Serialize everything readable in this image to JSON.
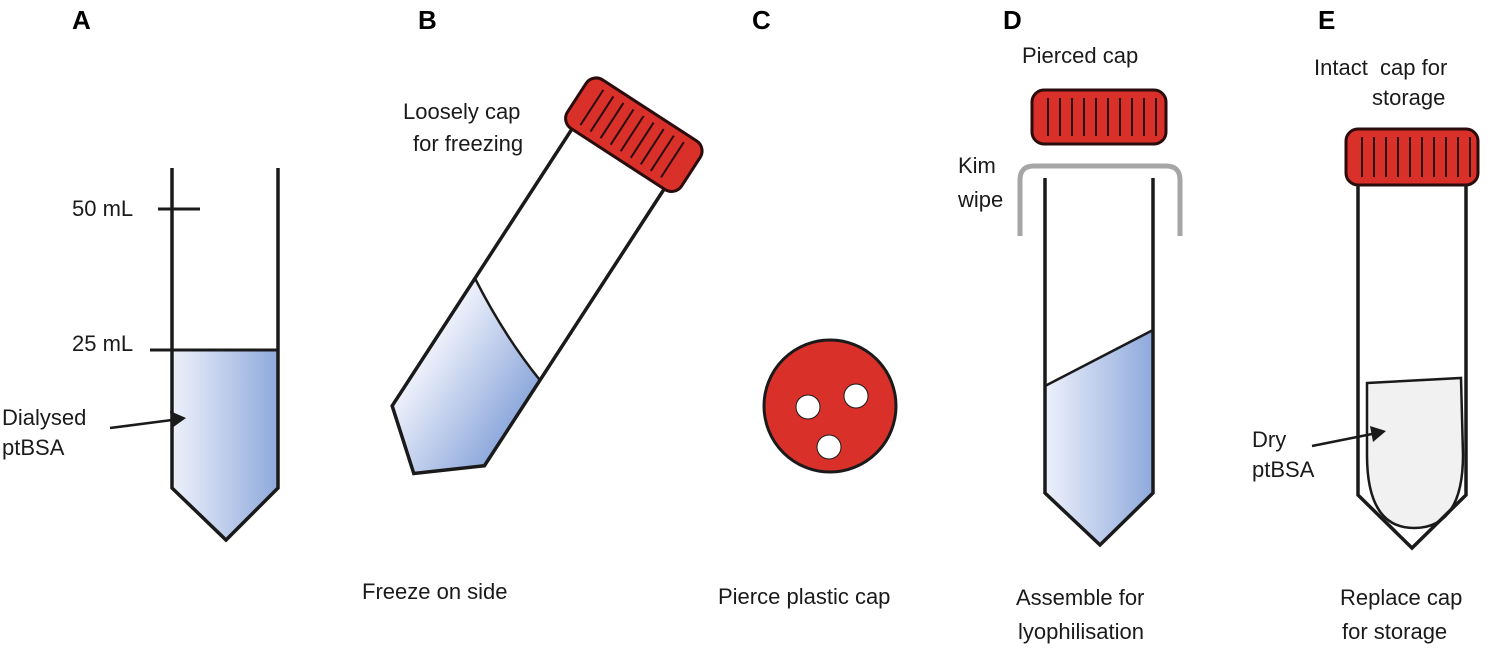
{
  "panels": {
    "a": {
      "letter": "A",
      "mark_50": "50 mL",
      "mark_25": "25 mL",
      "pointer_line1": "Dialysed",
      "pointer_line2": "ptBSA"
    },
    "b": {
      "letter": "B",
      "cap_line1": "Loosely cap",
      "cap_line2": "for freezing",
      "caption": "Freeze on side"
    },
    "c": {
      "letter": "C",
      "caption": "Pierce plastic cap"
    },
    "d": {
      "letter": "D",
      "cap_label": "Pierced cap",
      "wipe_line1": "Kim",
      "wipe_line2": "wipe",
      "caption_line1": "Assemble for",
      "caption_line2": "lyophilisation"
    },
    "e": {
      "letter": "E",
      "cap_line1": "Intact  cap for",
      "cap_line2": "storage",
      "pointer_line1": "Dry",
      "pointer_line2": "ptBSA",
      "caption_line1": "Replace cap",
      "caption_line2": "for storage"
    }
  },
  "colors": {
    "cap_red": "#d9302a",
    "cap_stroke": "#2a0c0c",
    "liquid_light": "#eef1fb",
    "liquid_dark": "#8ea9dc",
    "dry_powder": "#f1f1f1",
    "kim_wipe": "#a6a6a6",
    "outline": "#1a1a1a"
  }
}
